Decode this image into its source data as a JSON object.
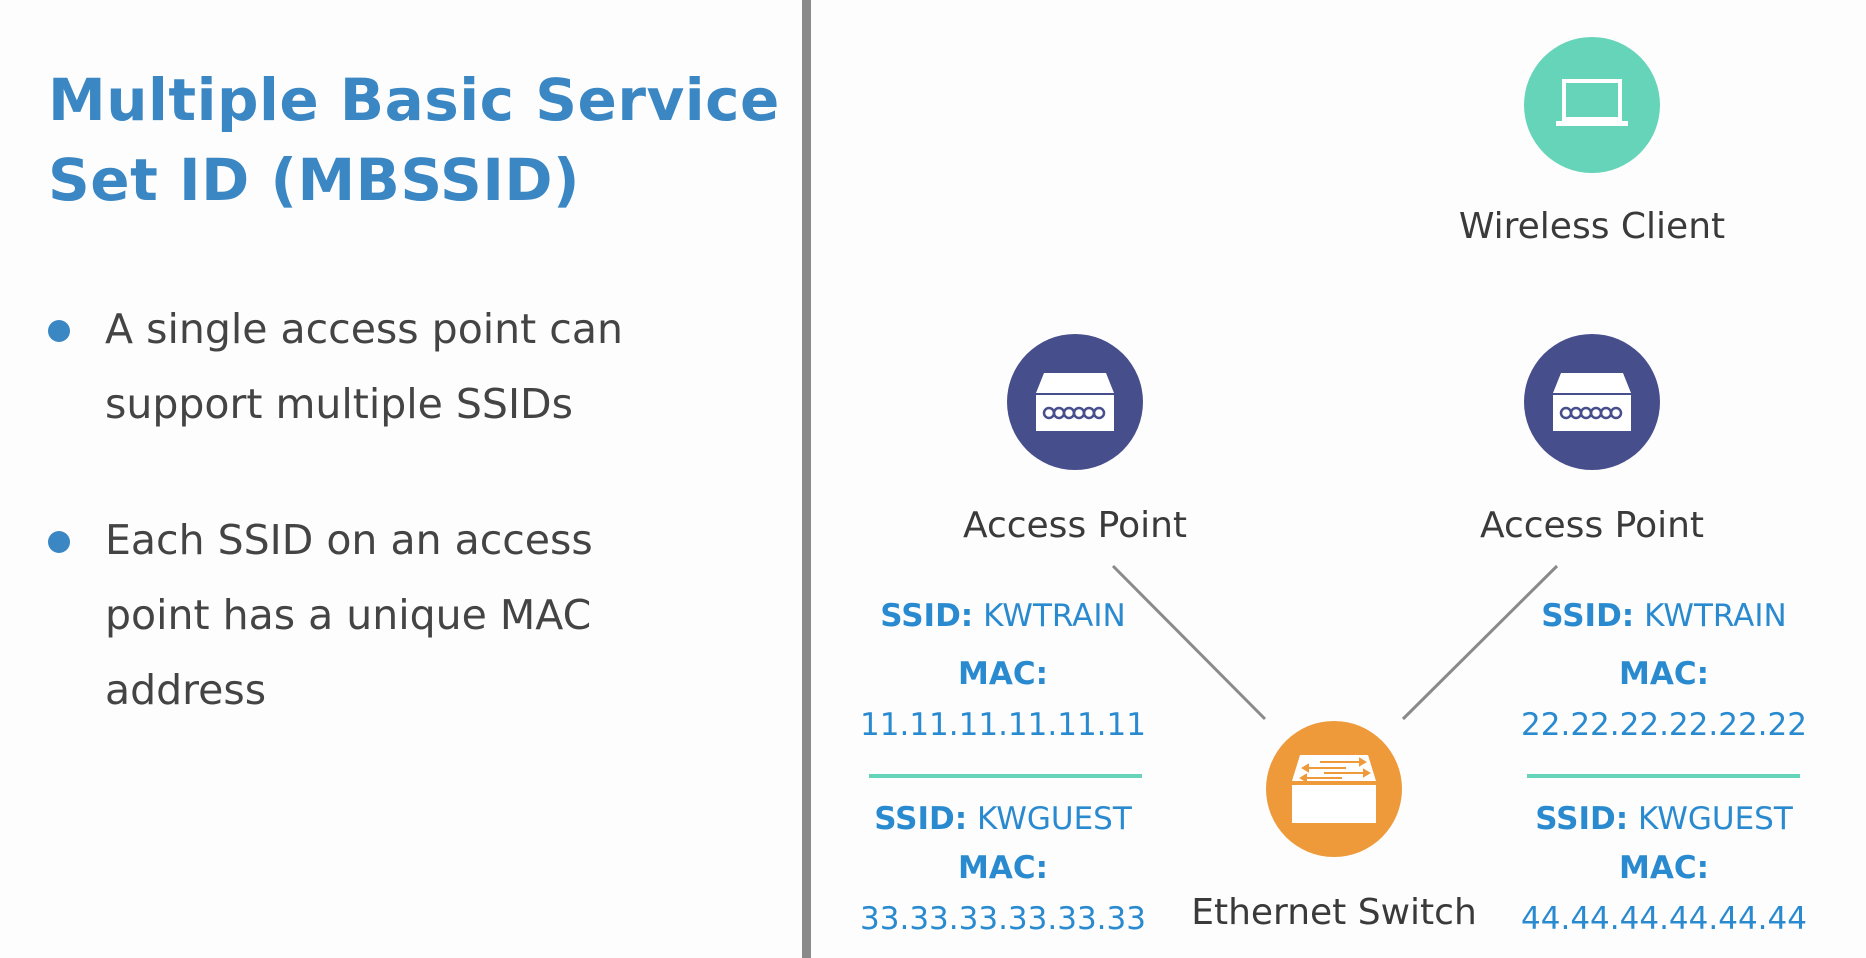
{
  "title": {
    "line1": "Multiple Basic Service",
    "line2": "Set ID (MBSSID)"
  },
  "bullets": [
    {
      "line1": "A single access point can",
      "line2": "support multiple SSIDs"
    },
    {
      "line1": "Each SSID on an access",
      "line2": "point has a unique MAC",
      "line3": "address"
    }
  ],
  "diagram": {
    "wireless_client": {
      "label": "Wireless Client",
      "icon": "laptop-icon",
      "color": "#66d4b8"
    },
    "access_points": [
      {
        "label": "Access Point",
        "icon": "access-point-icon",
        "color": "#474e8c",
        "ssids": [
          {
            "ssid_label": "SSID:",
            "ssid": "KWTRAIN",
            "mac_label": "MAC:",
            "mac": "11.11.11.11.11.11"
          },
          {
            "ssid_label": "SSID:",
            "ssid": "KWGUEST",
            "mac_label": "MAC:",
            "mac": "33.33.33.33.33.33"
          }
        ]
      },
      {
        "label": "Access Point",
        "icon": "access-point-icon",
        "color": "#474e8c",
        "ssids": [
          {
            "ssid_label": "SSID:",
            "ssid": "KWTRAIN",
            "mac_label": "MAC:",
            "mac": "22.22.22.22.22.22"
          },
          {
            "ssid_label": "SSID:",
            "ssid": "KWGUEST",
            "mac_label": "MAC:",
            "mac": "44.44.44.44.44.44"
          }
        ]
      }
    ],
    "switch": {
      "label": "Ethernet Switch",
      "icon": "switch-icon",
      "color": "#ee9a3b"
    }
  }
}
